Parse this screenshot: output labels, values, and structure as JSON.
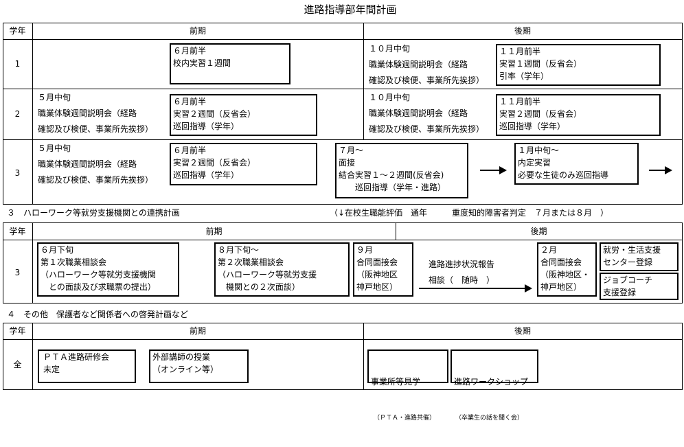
{
  "title": "進路指導部年間計画",
  "table1": {
    "col_grade": "学年",
    "col_first": "前期",
    "col_second": "後期",
    "rows": [
      {
        "grade": "1",
        "f_text": "",
        "f_box": "６月前半\n校内実習１週間",
        "s_text": "１０月中旬\n職業体験週間説明会（経路\n確認及び検便、事業所先挨拶）",
        "s_box": "１１月前半\n実習１週間（反省会）\n引率（学年）"
      },
      {
        "grade": "2",
        "f_text": "５月中旬\n職業体験週間説明会（経路\n確認及び検便、事業所先挨拶）",
        "f_box": "６月前半\n実習２週間（反省会）\n巡回指導（学年）",
        "s_text": "１０月中旬\n職業体験週間説明会（経路\n確認及び検便、事業所先挨拶）",
        "s_box": "１１月前半\n実習２週間（反省会）\n巡回指導（学年）"
      },
      {
        "grade": "3",
        "f_text": "５月中旬\n職業体験週間説明会（経路\n確認及び検便、事業所先挨拶）",
        "f_box": "６月前半\n実習２週間（反省会）\n巡回指導（学年）",
        "mid_box": "７月～\n面接\n結合実習１～２週間(反省会)\n　　巡回指導（学年・進路）",
        "s_box": "１月中旬～\n内定実習\n必要な生徒のみ巡回指導"
      }
    ]
  },
  "section3": {
    "heading": "３　ハローワーク等就労支援機関との連携計画",
    "note": "（↓在校生職能評価　通年　　　重度知的障害者判定　７月または８月　）"
  },
  "table2": {
    "col_grade": "学年",
    "col_first": "前期",
    "col_second": "後期",
    "grade": "3",
    "box1": "６月下旬\n第１次職業相談会\n（ハローワーク等就労支援機関\n　との面談及び求職票の提出）",
    "box2": "８月下旬～\n第２次職業相談会\n（ハローワーク等就労支援\n　機関との２次面談）",
    "box3": "９月\n合同面接会\n（阪神地区\n神戸地区）",
    "mid_text": "進路進捗状況報告\n相談（　随時　）",
    "box4": "２月\n合同面接会\n（阪神地区・\n神戸地区）",
    "box5": "就労・生活支援\nセンター登録",
    "box6": "ジョブコーチ\n支援登録"
  },
  "section4": {
    "heading": "４　その他　保護者など関係者への啓発計画など"
  },
  "table3": {
    "col_grade": "学年",
    "col_first": "前期",
    "col_second": "後期",
    "grade": "全",
    "box1": "ＰＴＡ進路研修会\n未定",
    "box2": "外部講師の授業\n（オンライン等）",
    "box3_title": "事業所等見学",
    "box3_sub": "（ＰＴＡ・進路共催）",
    "box4_title": "進路ワークショップ",
    "box4_sub": "（卒業生の話を聞く会）"
  }
}
